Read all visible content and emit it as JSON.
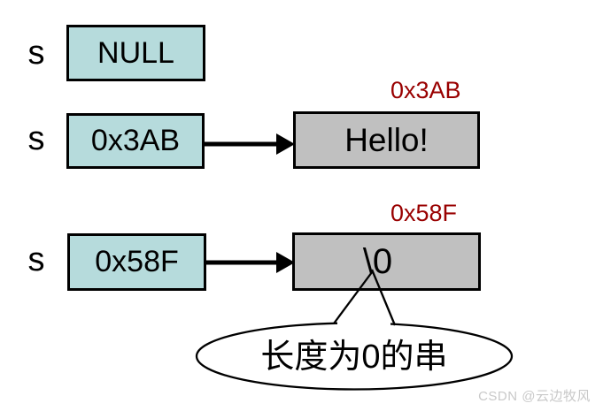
{
  "diagram": {
    "colors": {
      "pointer_box_fill": "#B6DBDC",
      "string_box_fill": "#C0C0C0",
      "address_text": "#990000",
      "outline": "#000000",
      "watermark_text": "#C9C9C9"
    },
    "rows": [
      {
        "var_label": "s",
        "pointer_value": "NULL"
      },
      {
        "var_label": "s",
        "pointer_value": "0x3AB",
        "address_label": "0x3AB",
        "string_value": "Hello!"
      },
      {
        "var_label": "s",
        "pointer_value": "0x58F",
        "address_label": "0x58F",
        "string_value": "\\0"
      }
    ],
    "callout": {
      "text": "长度为0的串"
    },
    "watermark": "CSDN @云边牧风"
  }
}
